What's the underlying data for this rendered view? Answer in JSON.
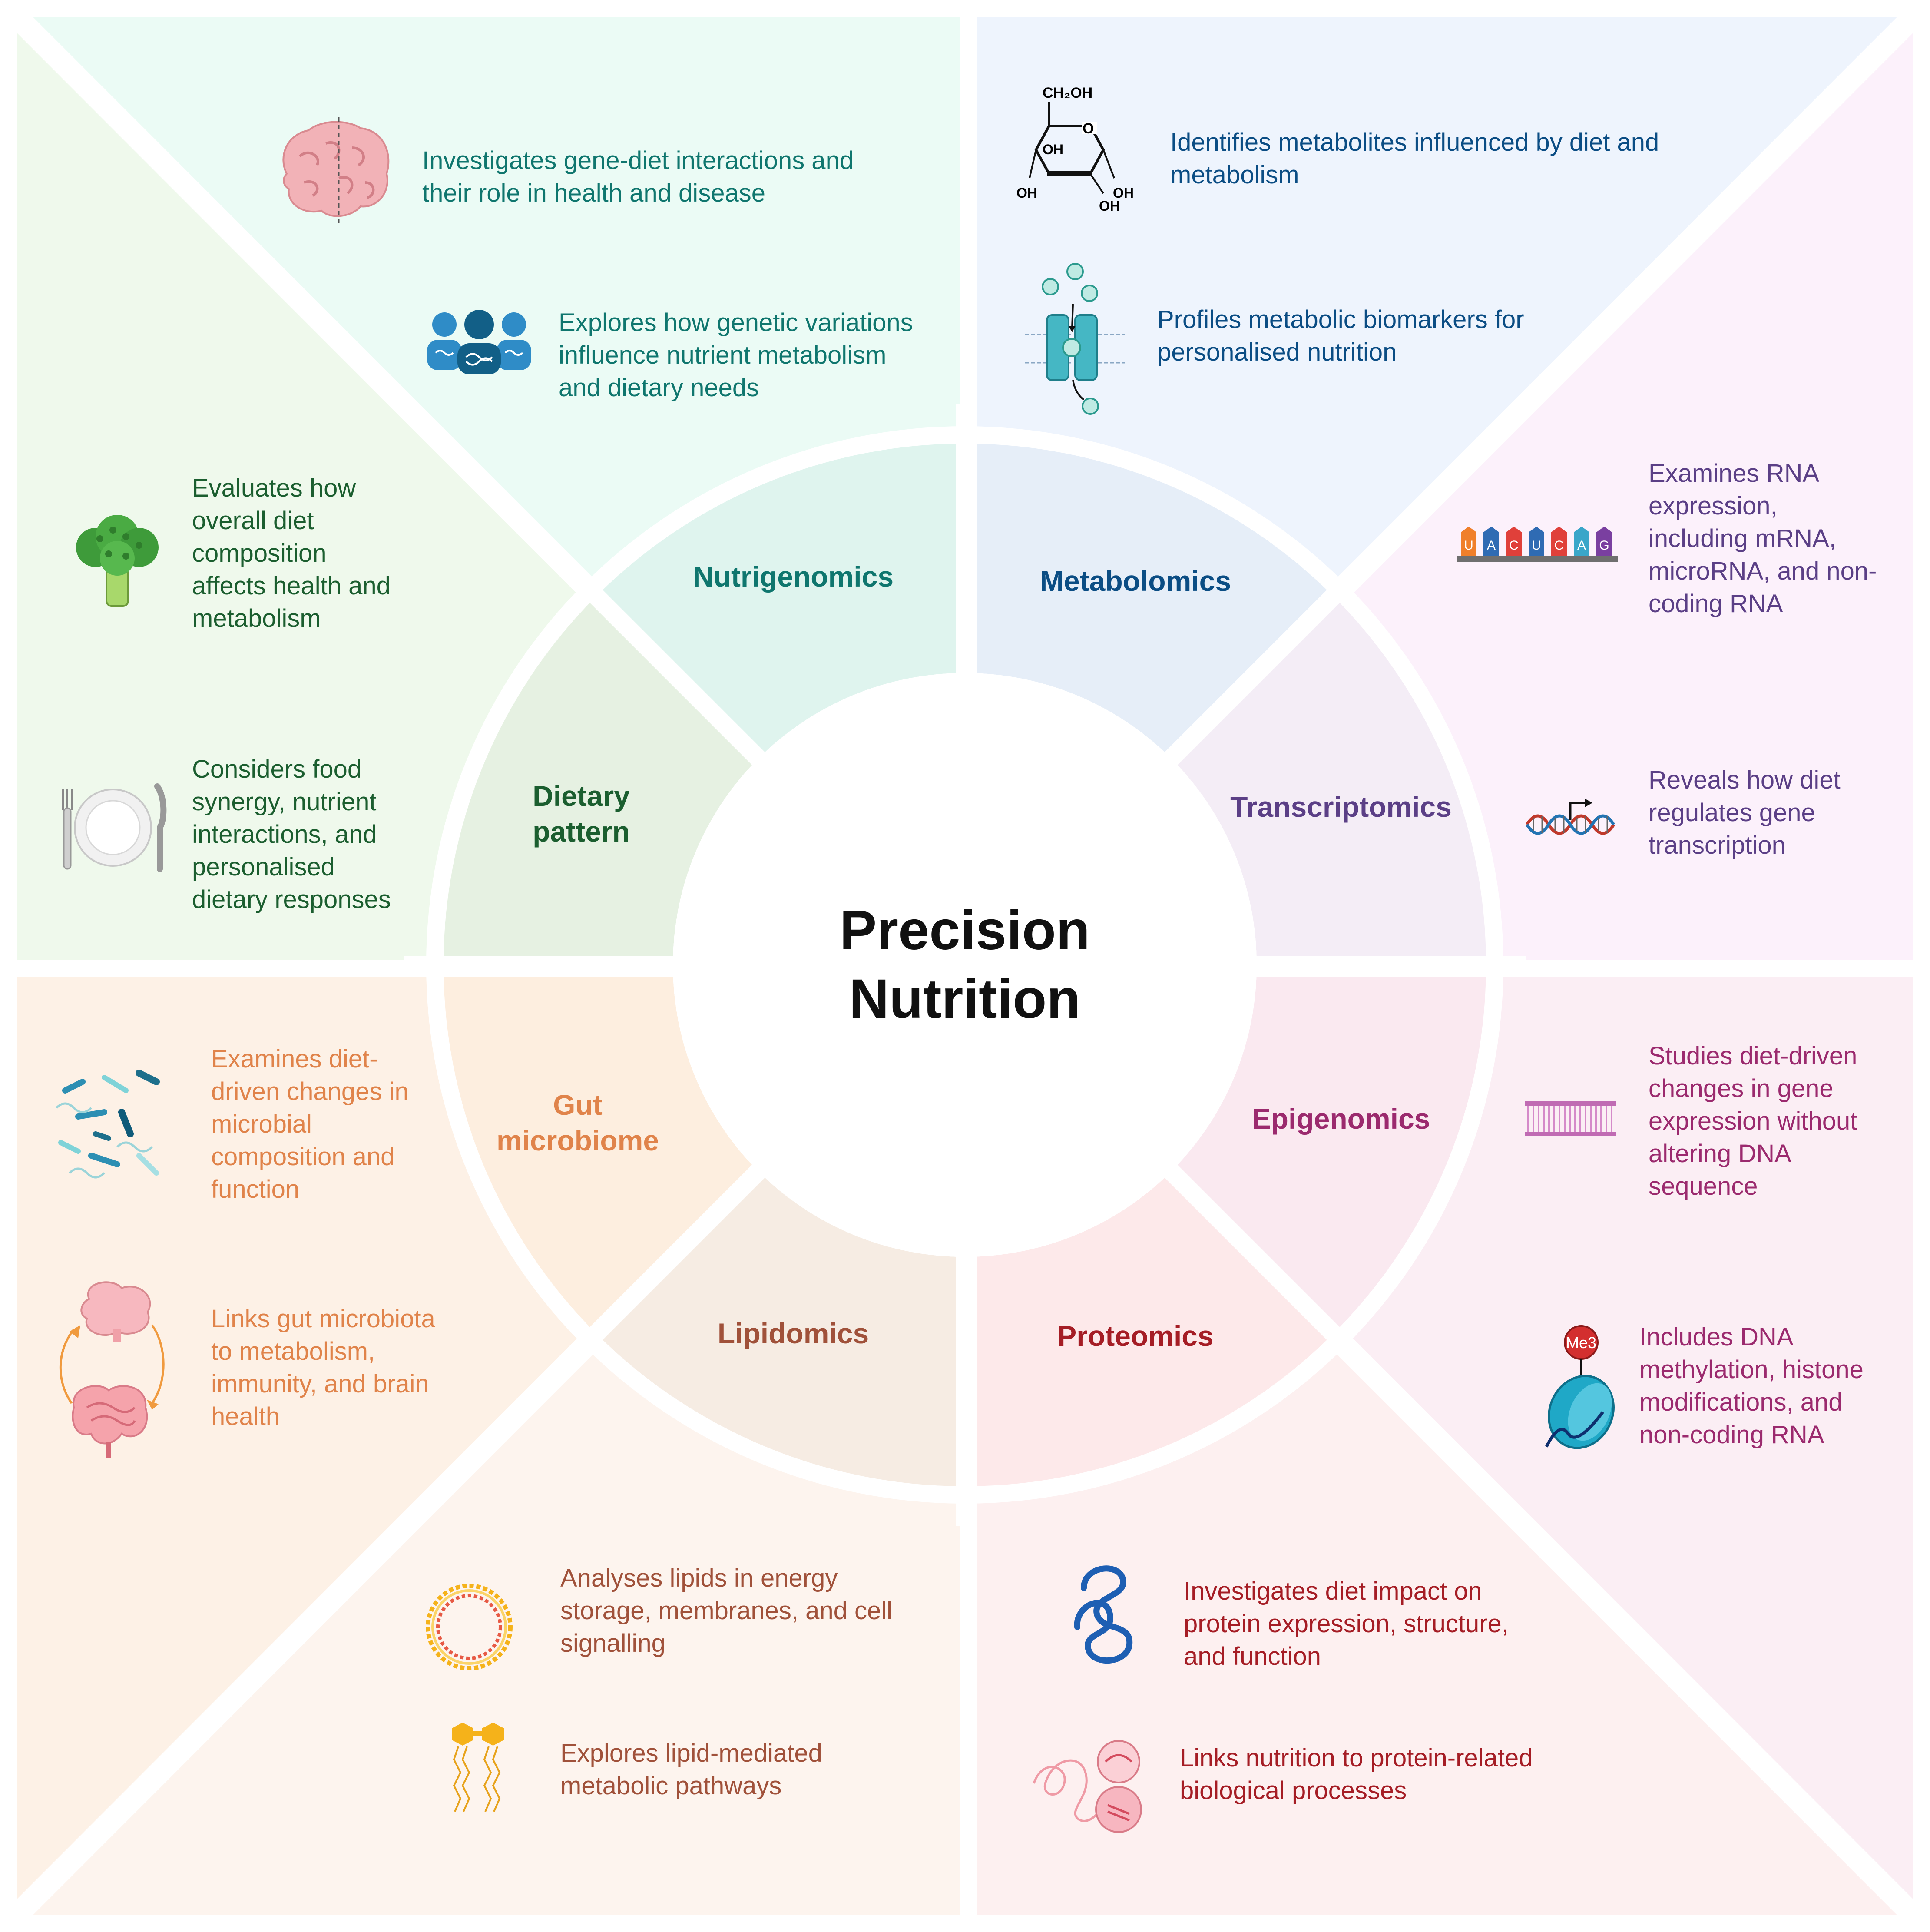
{
  "center": {
    "title_line1": "Precision",
    "title_line2": "Nutrition"
  },
  "segments": {
    "nutrigenomics": {
      "label": "Nutrigenomics",
      "color": "#0f766e",
      "background": "#ebfbf5",
      "ring_color": "#dff4ee",
      "descriptions": [
        [
          "Investigates gene-diet interactions and",
          "their role in health and disease"
        ],
        [
          "Explores how genetic variations",
          "influence nutrient metabolism",
          "and dietary needs"
        ]
      ],
      "icons": [
        "brain-icon",
        "people-dna-icon"
      ]
    },
    "metabolomics": {
      "label": "Metabolomics",
      "color": "#0b4d84",
      "background": "#eef4fd",
      "ring_color": "#e6eef8",
      "descriptions": [
        [
          "Identifies metabolites influenced by diet and",
          "metabolism"
        ],
        [
          "Profiles metabolic biomarkers for",
          "personalised nutrition"
        ]
      ],
      "icons": [
        "glucose-structure-icon",
        "membrane-channel-icon"
      ],
      "glucose_labels": [
        "CH₂OH",
        "O",
        "OH",
        "OH",
        "OH",
        "OH"
      ]
    },
    "transcriptomics": {
      "label": "Transcriptomics",
      "color": "#5b3f86",
      "background": "#fcf1fb",
      "ring_color": "#f4edf6",
      "descriptions": [
        [
          "Examines RNA",
          "expression,",
          "including mRNA,",
          "microRNA, and non-",
          "coding RNA"
        ],
        [
          "Reveals how diet",
          "regulates gene",
          "transcription"
        ]
      ],
      "icons": [
        "rna-strand-icon",
        "dna-transcription-icon"
      ],
      "rna_bases": [
        "U",
        "A",
        "C",
        "U",
        "C",
        "A",
        "G"
      ]
    },
    "epigenomics": {
      "label": "Epigenomics",
      "color": "#9b2a6e",
      "background": "#fbeef4",
      "ring_color": "#fae9f0",
      "descriptions": [
        [
          "Studies diet-driven",
          "changes in gene",
          "expression without",
          "altering DNA",
          "sequence"
        ],
        [
          "Includes DNA",
          "methylation, histone",
          "modifications, and",
          "non-coding RNA"
        ]
      ],
      "icons": [
        "dna-ladder-icon",
        "histone-methylation-icon"
      ],
      "histone_mark": "Me3"
    },
    "proteomics": {
      "label": "Proteomics",
      "color": "#a51d25",
      "background": "#fdf0f0",
      "ring_color": "#fde9ea",
      "descriptions": [
        [
          "Investigates diet impact on",
          "protein expression, structure,",
          "and function"
        ],
        [
          "Links nutrition to protein-related",
          "biological processes"
        ]
      ],
      "icons": [
        "protein-fold-icon",
        "protein-structure-icon"
      ]
    },
    "lipidomics": {
      "label": "Lipidomics",
      "color": "#a0513a",
      "background": "#fdf4ee",
      "ring_color": "#f6ece3",
      "descriptions": [
        [
          "Analyses lipids in energy",
          "storage, membranes, and cell",
          "signalling"
        ],
        [
          "Explores lipid-mediated",
          "metabolic pathways"
        ]
      ],
      "icons": [
        "liposome-icon",
        "phospholipid-icon"
      ]
    },
    "gut_microbiome": {
      "label_line1": "Gut",
      "label_line2": "microbiome",
      "color": "#e0834a",
      "background": "#fdf1e6",
      "ring_color": "#fdeedf",
      "descriptions": [
        [
          "Examines diet-",
          "driven changes in",
          "microbial",
          "composition and",
          "function"
        ],
        [
          "Links gut microbiota",
          "to metabolism,",
          "immunity, and brain",
          "health"
        ]
      ],
      "icons": [
        "bacteria-icon",
        "gut-brain-axis-icon"
      ]
    },
    "dietary_pattern": {
      "label_line1": "Dietary",
      "label_line2": "pattern",
      "color": "#1b5e2f",
      "background": "#eff9ec",
      "ring_color": "#e6f1e2",
      "descriptions": [
        [
          "Evaluates how",
          "overall diet",
          "composition",
          "affects health and",
          "metabolism"
        ],
        [
          "Considers food",
          "synergy, nutrient",
          "interactions, and",
          "personalised",
          "dietary responses"
        ]
      ],
      "icons": [
        "broccoli-icon",
        "plate-cutlery-icon"
      ]
    }
  }
}
